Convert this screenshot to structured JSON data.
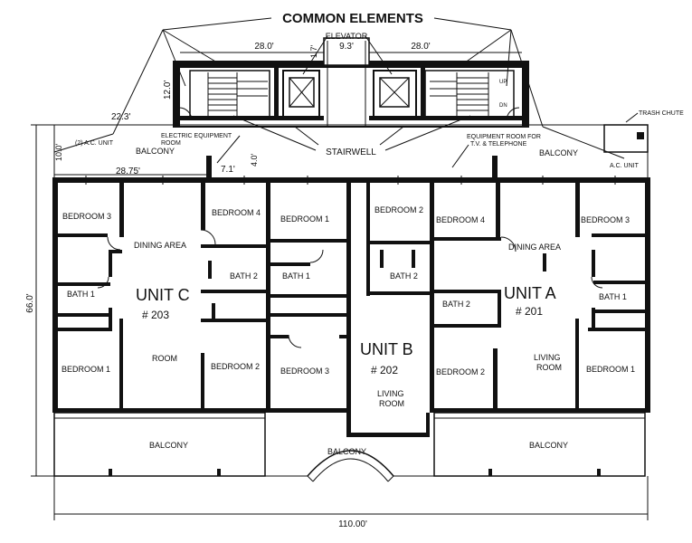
{
  "title": "COMMON ELEMENTS",
  "common": {
    "elevator": "ELEVATOR",
    "stairwell": "STAIRWELL",
    "trash_chute": "TRASH CHUTE",
    "electric_room_line1": "ELECTRIC EQUIPMENT",
    "electric_room_line2": "ROOM",
    "tv_room_line1": "EQUIPMENT ROOM FOR",
    "tv_room_line2": "T.V. & TELEPHONE",
    "ac_unit_left": "(2) A.C. UNIT",
    "ac_unit_right": "A.C. UNIT",
    "up_label": "UP",
    "dn_label": "DN"
  },
  "dimensions": {
    "stair_width_left": "28.0'",
    "stair_width_right": "28.0'",
    "elevator_width": "9.3'",
    "core_offset": "1.7'",
    "stair_depth": "12.0'",
    "core_diag": "22.3'",
    "balcony_depth": "10.0'",
    "left_offset": "28.75'",
    "electric_w": "7.1'",
    "electric_d": "4.0'",
    "overall_depth": "66.0'",
    "overall_width": "110.00'"
  },
  "units": {
    "a": {
      "name": "UNIT A",
      "number": "# 201"
    },
    "b": {
      "name": "UNIT B",
      "number": "# 202"
    },
    "c": {
      "name": "UNIT C",
      "number": "# 203"
    }
  },
  "rooms": {
    "balcony": "BALCONY",
    "bedroom1": "BEDROOM 1",
    "bedroom2": "BEDROOM 2",
    "bedroom3": "BEDROOM 3",
    "bedroom4": "BEDROOM 4",
    "bath1": "BATH 1",
    "bath2": "BATH 2",
    "dining": "DINING AREA",
    "room": "ROOM",
    "living": "LIVING",
    "living_room": "ROOM"
  }
}
